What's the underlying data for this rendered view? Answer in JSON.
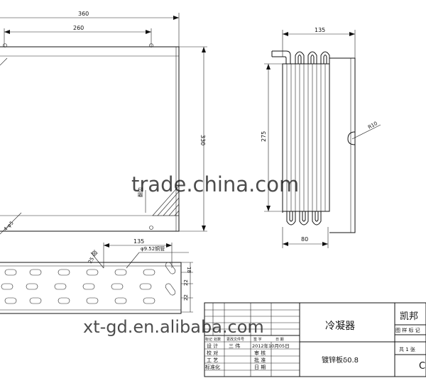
{
  "dimensions": {
    "front_width": "360",
    "hole_span": "260",
    "front_height": "330",
    "side_width": "135",
    "coil_height": "275",
    "bend_radius": "R10",
    "coil_depth": "80",
    "plate_note": "翻边",
    "hole_note": "4-φ5",
    "tube_pitch": "135",
    "tube_spec": "φ9.52铜管",
    "side_gap": "25",
    "pitch_1": "18",
    "pitch_2": "22",
    "pitch_3": "22"
  },
  "watermarks": {
    "center": "trade.china.com",
    "bottom": "xt-gd.en.alibaba.com"
  },
  "title_block": {
    "part_name": "冷凝器",
    "company": "凯邦",
    "material": "镀锌板δ0.8",
    "drawing_no": "C",
    "rev_headers": [
      "标记",
      "处数",
      "更改文件号",
      "签 字",
      "日 期"
    ],
    "role_labels": [
      "设 计",
      "校 对",
      "工 艺",
      "标准化"
    ],
    "designer": "三 伟",
    "date": "2012年10月05日",
    "approval_labels": [
      "审 核",
      "批 准",
      "日 期"
    ],
    "stage_labels": "图 样 标 记",
    "sheet_info": "共 1 张"
  }
}
